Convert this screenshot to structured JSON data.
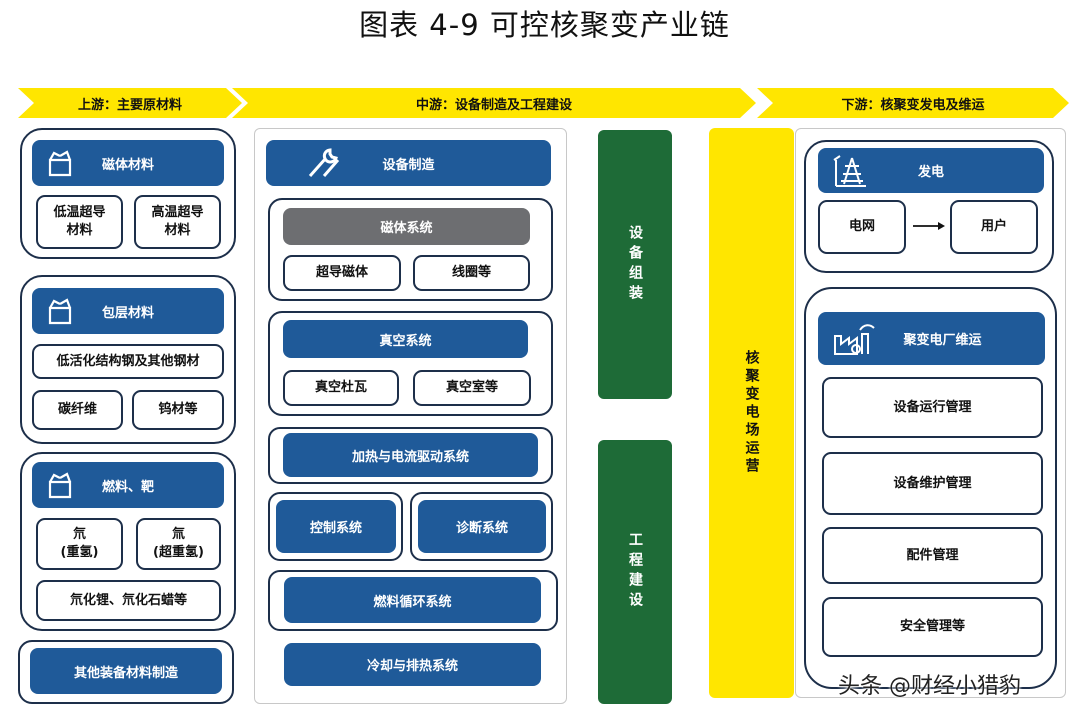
{
  "title": "图表 4-9 可控核聚变产业链",
  "banners": {
    "up": "上游：主要原材料",
    "mid": "中游：设备制造及工程建设",
    "down": "下游：核聚变发电及维运"
  },
  "upstream": {
    "magnet": {
      "header": "磁体材料",
      "items": [
        "低温超导\n材料",
        "高温超导\n材料"
      ]
    },
    "cladding": {
      "header": "包层材料",
      "wide": "低活化结构钢及其他钢材",
      "items": [
        "碳纤维",
        "钨材等"
      ]
    },
    "fuel": {
      "header": "燃料、靶",
      "items": [
        "氘\n(重氢)",
        "氚\n(超重氢)"
      ],
      "wide": "氘化锂、氘化石蜡等"
    },
    "other": "其他装备材料制造"
  },
  "midstream": {
    "header": "设备制造",
    "magnet_sys": {
      "header": "磁体系统",
      "items": [
        "超导磁体",
        "线圈等"
      ]
    },
    "vacuum_sys": {
      "header": "真空系统",
      "items": [
        "真空杜瓦",
        "真空室等"
      ]
    },
    "heating": "加热与电流驱动系统",
    "control": "控制系统",
    "diagnosis": "诊断系统",
    "fuel_cycle": "燃料循环系统",
    "cooling": "冷却与排热系统",
    "assembly": "设备组装",
    "construction": "工程建设",
    "operation": "核聚变电场运营"
  },
  "downstream": {
    "power": {
      "header": "发电",
      "from": "电网",
      "to": "用户"
    },
    "maint": {
      "header": "聚变电厂维运",
      "items": [
        "设备运行管理",
        "设备维护管理",
        "配件管理",
        "安全管理等"
      ]
    }
  },
  "watermark": "头条 @财经小猎豹",
  "colors": {
    "blue": "#1f5a99",
    "green": "#1e6b37",
    "yellow": "#ffe600"
  }
}
